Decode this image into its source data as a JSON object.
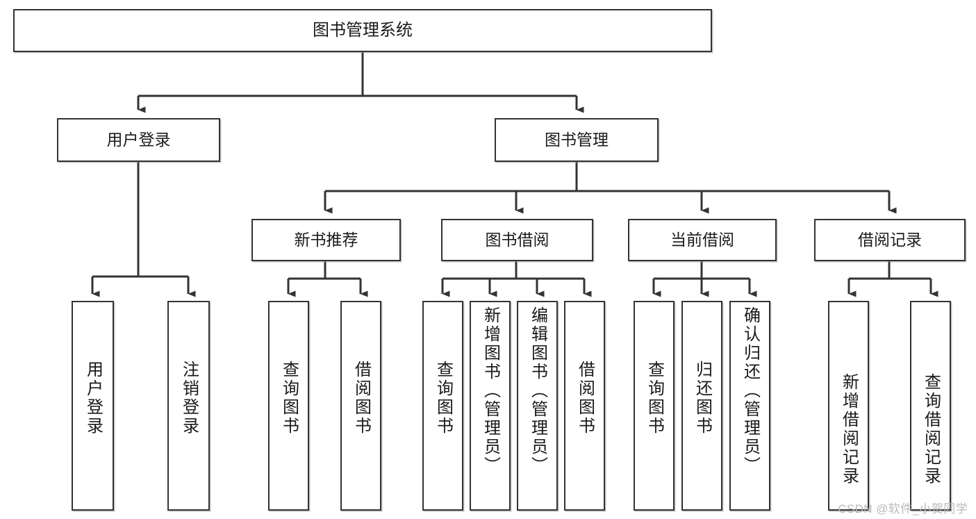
{
  "diagram": {
    "title": "图书管理系统",
    "type": "tree-hierarchy-diagram",
    "root": {
      "label": "图书管理系统"
    },
    "level2": [
      {
        "label": "用户登录"
      },
      {
        "label": "图书管理"
      }
    ],
    "level3": [
      {
        "label": "新书推荐"
      },
      {
        "label": "图书借阅"
      },
      {
        "label": "当前借阅"
      },
      {
        "label": "借阅记录"
      }
    ],
    "leaves": {
      "user_login": [
        {
          "label": "用户登录"
        },
        {
          "label": "注销登录"
        }
      ],
      "new_book_recommend": [
        {
          "label": "查询图书"
        },
        {
          "label": "借阅图书"
        }
      ],
      "book_borrow": [
        {
          "label": "查询图书"
        },
        {
          "label": "新增图书（管理员）"
        },
        {
          "label": "编辑图书（管理员）"
        },
        {
          "label": "借阅图书"
        }
      ],
      "current_borrow": [
        {
          "label": "查询图书"
        },
        {
          "label": "归还图书"
        },
        {
          "label": "确认归还（管理员）"
        }
      ],
      "borrow_record": [
        {
          "label": "新增借阅记录"
        },
        {
          "label": "查询借阅记录"
        }
      ]
    }
  },
  "watermark": {
    "text": "CSDN @软件_小贺同学"
  },
  "colors": {
    "border": "#333333",
    "background": "#ffffff",
    "text": "#1a1a1a",
    "watermark": "#b9b9b9"
  }
}
